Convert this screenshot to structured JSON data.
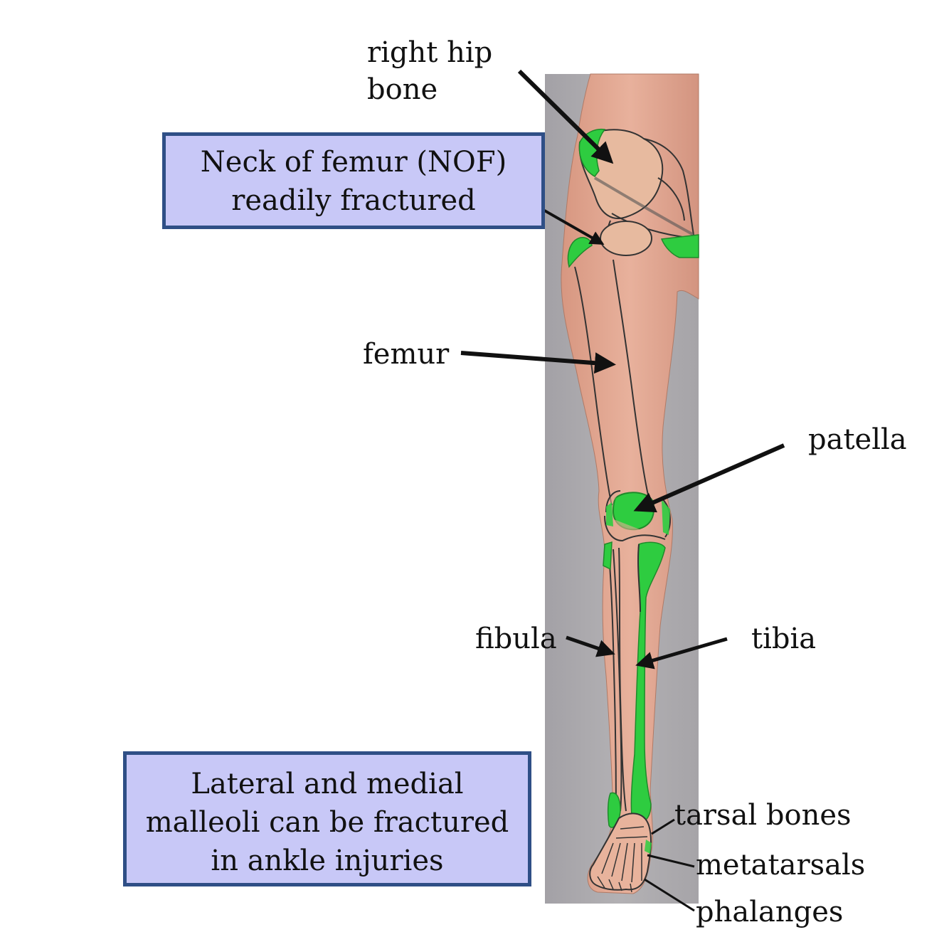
{
  "labels": {
    "right_hip_bone": [
      "right hip",
      "bone"
    ],
    "femur": "femur",
    "patella": "patella",
    "fibula": "fibula",
    "tibia": "tibia",
    "tarsal_bones": "tarsal bones",
    "metatarsals": "metatarsals",
    "phalanges": "phalanges"
  },
  "callouts": {
    "nof": [
      "Neck of femur (NOF)",
      "readily fractured"
    ],
    "malleoli": [
      "Lateral and medial",
      "malleoli can be fractured",
      "in ankle injuries"
    ]
  },
  "colors": {
    "highlight": "#2ecc40",
    "box_fill": "#c8c8f7",
    "box_border": "#2f4f86",
    "backdrop": "#9f9da2",
    "skin": "#e0a48e",
    "outline": "#333333"
  }
}
